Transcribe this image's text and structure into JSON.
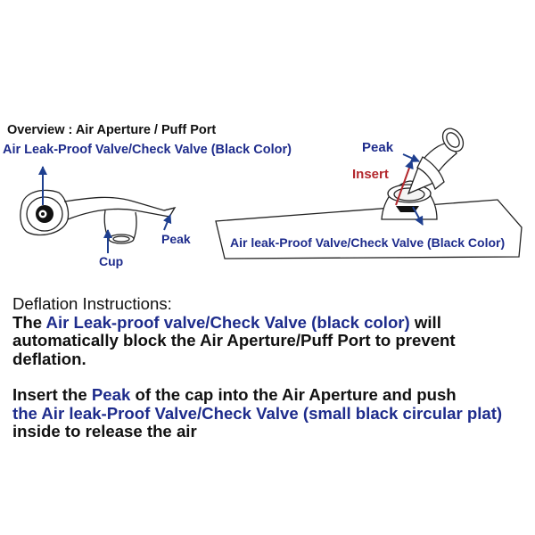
{
  "colors": {
    "highlight": "#1e2c8c",
    "insert": "#b3282d",
    "arrow": "#1e3f8f",
    "outline": "#222222"
  },
  "overview": {
    "title": "Overview : Air Aperture / Puff Port",
    "valve_label": "Air Leak-Proof Valve/Check Valve (Black Color)",
    "cup_label": "Cup",
    "peak_label": "Peak"
  },
  "detail": {
    "peak_label": "Peak",
    "insert_label": "Insert",
    "valve_label": "Air leak-Proof Valve/Check Valve (Black Color)"
  },
  "instructions": {
    "heading": "Deflation Instructions:",
    "p1_a": "The ",
    "p1_b": "Air Leak-proof valve/Check Valve (black color)",
    "p1_c": " will automatically block the Air Aperture/Puff Port to prevent deflation.",
    "p2_a": "Insert the ",
    "p2_b": "Peak",
    "p2_c": " of the cap into the Air Aperture and push",
    "p2_d": "the Air leak-Proof Valve/Check Valve (small black circular plat)",
    "p2_e": "inside to release the air"
  }
}
